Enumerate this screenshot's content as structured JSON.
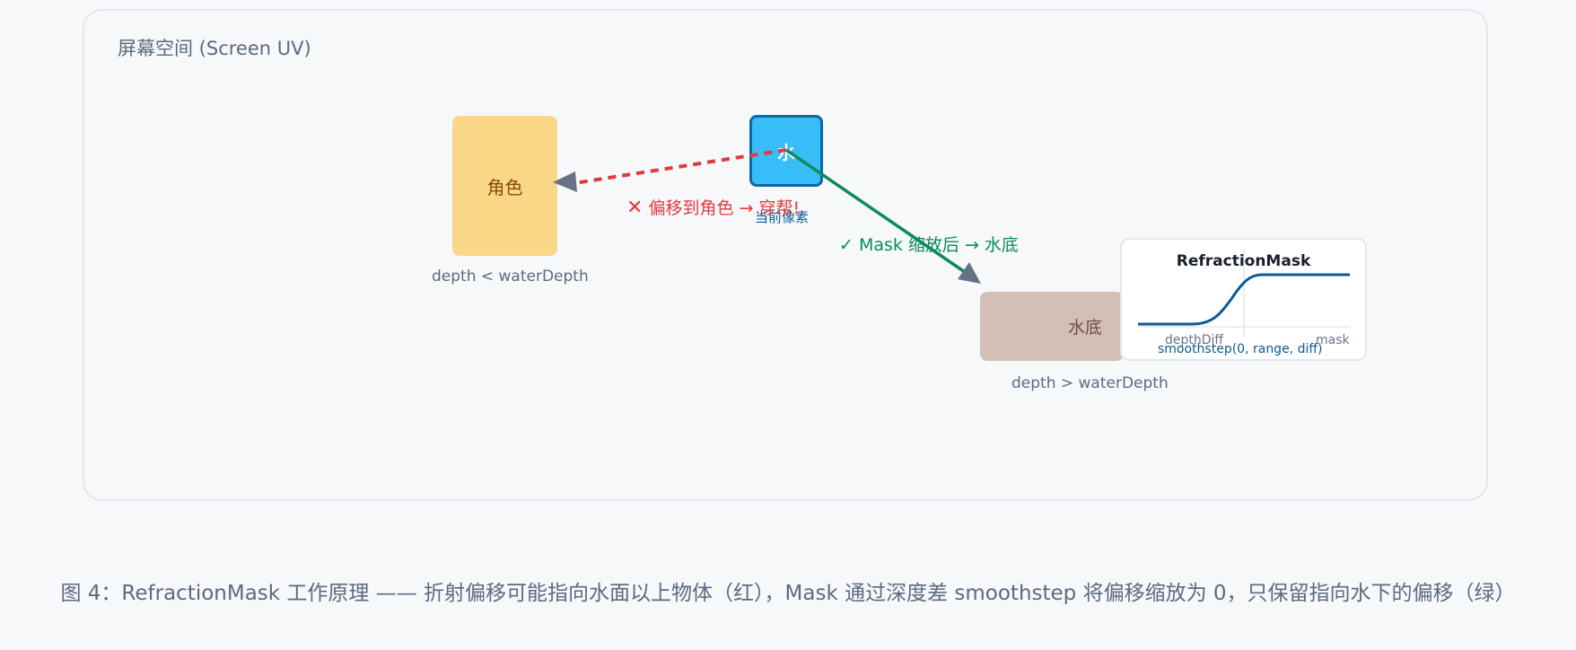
{
  "panel": {
    "title": "屏幕空间 (Screen UV)"
  },
  "boxes": {
    "character": {
      "label": "角色",
      "sublabel": "depth < waterDepth"
    },
    "water": {
      "label": "水",
      "sublabel": "当前像素"
    },
    "bottom": {
      "label": "水底",
      "sublabel": "depth > waterDepth"
    }
  },
  "arrows": {
    "red": {
      "icon": "✕",
      "label": "偏移到角色 → 穿帮!",
      "color": "#e0393e"
    },
    "green": {
      "label": "✓ Mask 缩放后 → 水底",
      "color": "#0d8a60"
    }
  },
  "mask_card": {
    "title": "RefractionMask",
    "x_label": "depthDiff",
    "y_label": "mask",
    "formula": "smoothstep(0, range, diff)",
    "curve_color": "#0a5a96"
  },
  "caption": "图 4：RefractionMask 工作原理 —— 折射偏移可能指向水面以上物体（红），Mask 通过深度差 smoothstep 将偏移缩放为 0，只保留指向水下的偏移（绿）"
}
